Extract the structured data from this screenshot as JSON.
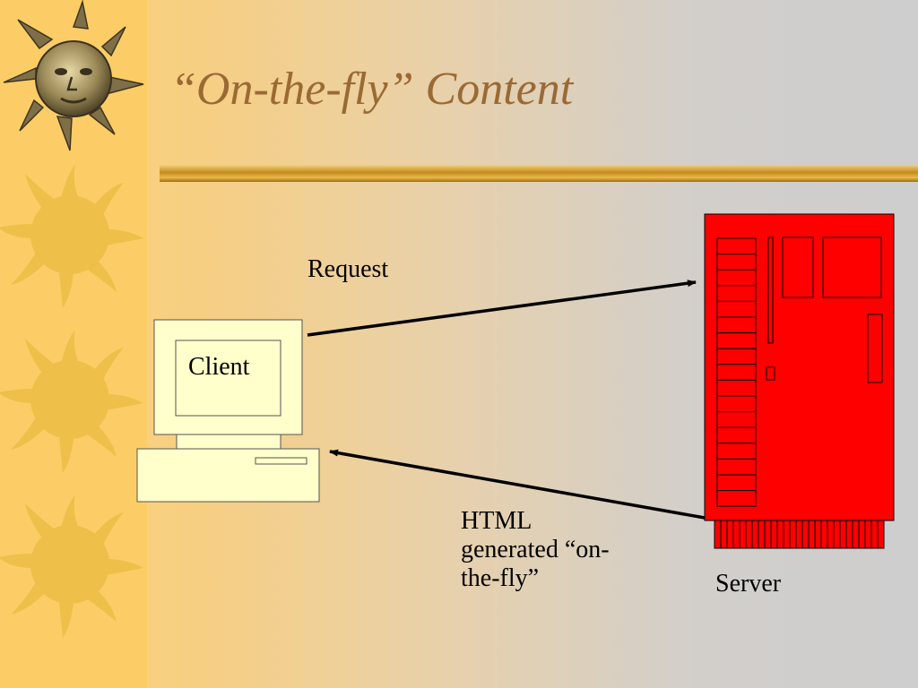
{
  "slide": {
    "title": "“On-the-fly” Content"
  },
  "diagram": {
    "client_label": "Client",
    "server_label": "Server",
    "request_label": "Request",
    "response_label_lines": [
      "HTML",
      "generated “on-",
      "the-fly”"
    ]
  },
  "colors": {
    "title": "#9a6a34",
    "server_fill": "#ff0000",
    "client_fill": "#ffffcc",
    "sun_gold": "#eec049",
    "left_band": "#fccd66"
  }
}
